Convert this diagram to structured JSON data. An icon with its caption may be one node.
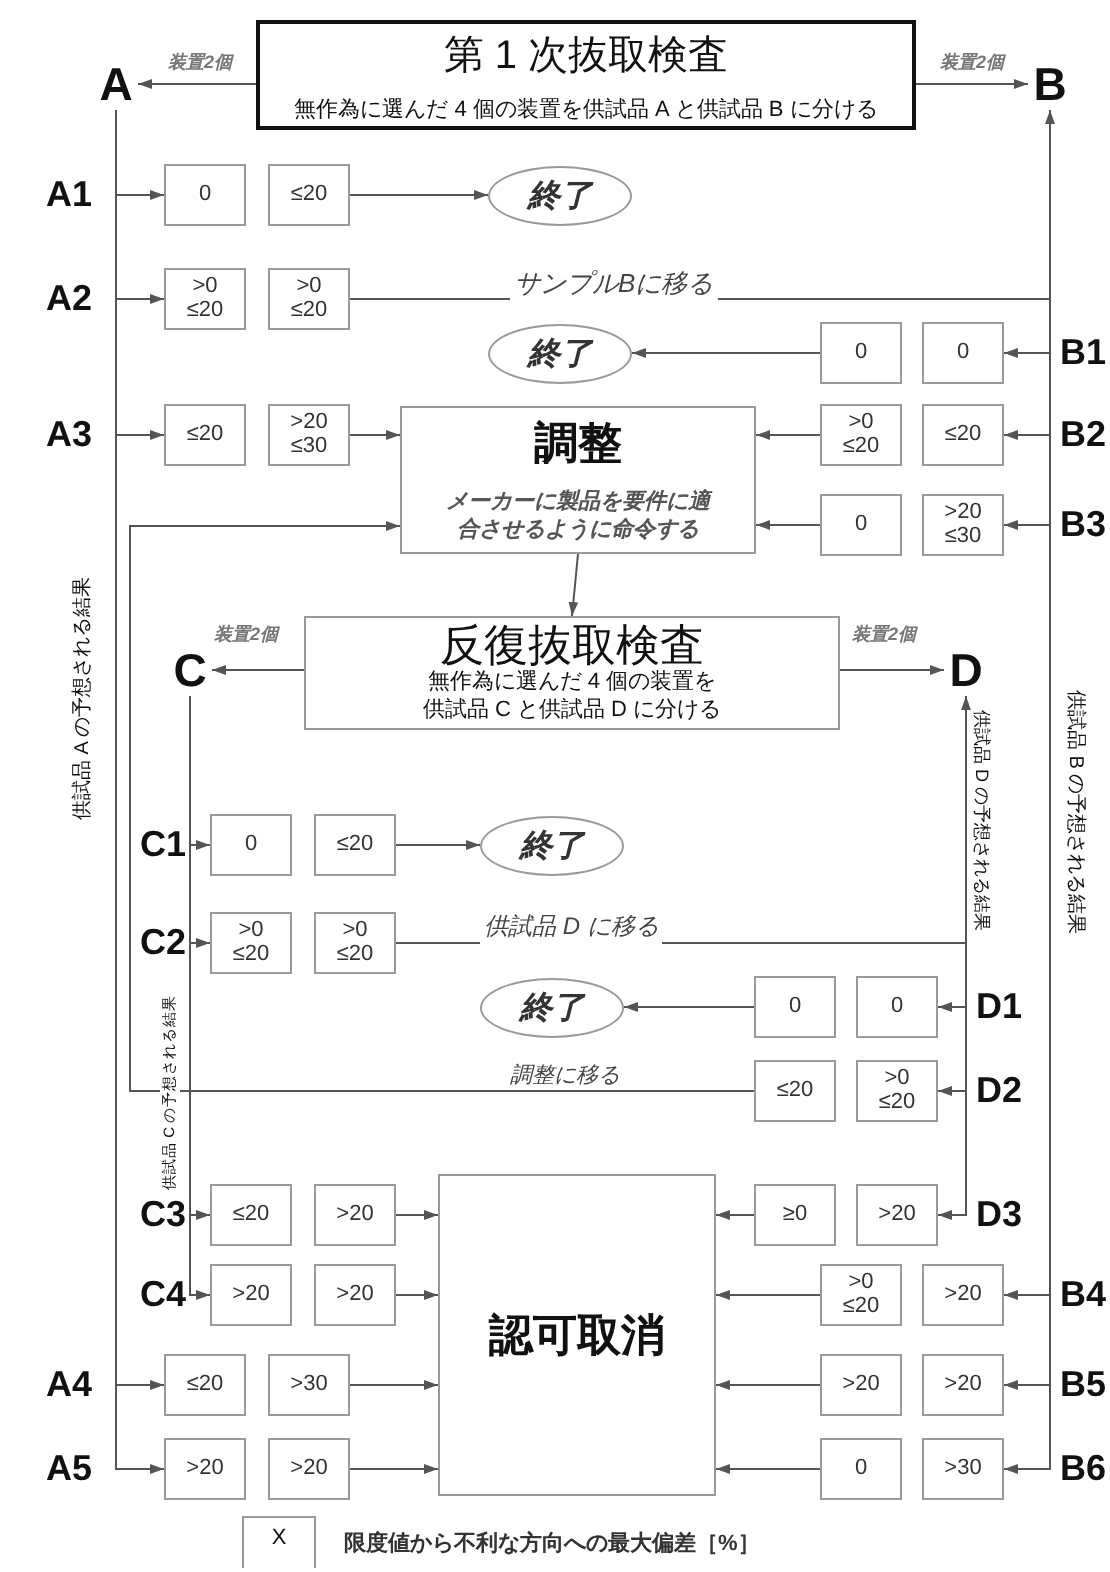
{
  "diagram": {
    "nodes": [
      {
        "text": [
          "第 1 次抜取検査",
          "無作為に選んだ 4 個の装置を供試品 A と供試品 B に分ける"
        ]
      },
      {
        "text": [
          "A"
        ]
      },
      {
        "text": [
          "B"
        ]
      },
      {
        "text": [
          "0"
        ]
      },
      {
        "text": [
          "≤20"
        ]
      },
      {
        "text": [
          "終了"
        ]
      },
      {
        "text": [
          ">0 ≤20"
        ]
      },
      {
        "text": [
          ">0 ≤20"
        ]
      },
      {
        "text": [
          "終了"
        ]
      },
      {
        "text": [
          "0"
        ]
      },
      {
        "text": [
          "0"
        ]
      },
      {
        "text": [
          "≤20"
        ]
      },
      {
        "text": [
          ">20 ≤30"
        ]
      },
      {
        "text": [
          "調整",
          "メーカーに製品を要件に適合させるように命令する"
        ]
      },
      {
        "text": [
          ">0 ≤20"
        ]
      },
      {
        "text": [
          "≤20"
        ]
      },
      {
        "text": [
          "0"
        ]
      },
      {
        "text": [
          ">20 ≤30"
        ]
      },
      {
        "text": [
          "反復抜取検査",
          "無作為に選んだ 4 個の装置を供試品 C と供試品 D に分ける"
        ]
      },
      {
        "text": [
          "C"
        ]
      },
      {
        "text": [
          "D"
        ]
      },
      {
        "text": [
          "0"
        ]
      },
      {
        "text": [
          "≤20"
        ]
      },
      {
        "text": [
          "終了"
        ]
      },
      {
        "text": [
          ">0 ≤20"
        ]
      },
      {
        "text": [
          ">0 ≤20"
        ]
      },
      {
        "text": [
          "終了"
        ]
      },
      {
        "text": [
          "0"
        ]
      },
      {
        "text": [
          "0"
        ]
      },
      {
        "text": [
          "≤20"
        ]
      },
      {
        "text": [
          ">0 ≤20"
        ]
      },
      {
        "text": [
          "≤20"
        ]
      },
      {
        "text": [
          ">20"
        ]
      },
      {
        "text": [
          "認可取消"
        ]
      },
      {
        "text": [
          "≥0"
        ]
      },
      {
        "text": [
          ">20"
        ]
      },
      {
        "text": [
          ">20"
        ]
      },
      {
        "text": [
          ">20"
        ]
      },
      {
        "text": [
          ">0 ≤20"
        ]
      },
      {
        "text": [
          ">20"
        ]
      },
      {
        "text": [
          "≤20"
        ]
      },
      {
        "text": [
          ">30"
        ]
      },
      {
        "text": [
          ">20"
        ]
      },
      {
        "text": [
          ">20"
        ]
      },
      {
        "text": [
          ">20"
        ]
      },
      {
        "text": [
          ">20"
        ]
      },
      {
        "text": [
          "0"
        ]
      },
      {
        "text": [
          ">30"
        ]
      }
    ],
    "edges": [
      {
        "from": 0,
        "to": 1,
        "arrow": "to",
        "label": "装置2個"
      },
      {
        "from": 0,
        "to": 2,
        "arrow": "to",
        "label": "装置2個"
      },
      {
        "from": 1,
        "to": 3,
        "arrow": "to"
      },
      {
        "from": 4,
        "to": 5,
        "arrow": "to"
      },
      {
        "from": 1,
        "to": 6,
        "arrow": "to"
      },
      {
        "from": 7,
        "to": 2,
        "arrow": "to",
        "label": "サンプルBに移る"
      },
      {
        "from": 2,
        "to": 10,
        "arrow": "to"
      },
      {
        "from": 9,
        "to": 8,
        "arrow": "to"
      },
      {
        "from": 1,
        "to": 11,
        "arrow": "to"
      },
      {
        "from": 12,
        "to": 13,
        "arrow": "to"
      },
      {
        "from": 2,
        "to": 15,
        "arrow": "to"
      },
      {
        "from": 14,
        "to": 13,
        "arrow": "to"
      },
      {
        "from": 2,
        "to": 17,
        "arrow": "to"
      },
      {
        "from": 16,
        "to": 13,
        "arrow": "to"
      },
      {
        "from": 13,
        "to": 18,
        "arrow": "to"
      },
      {
        "from": 18,
        "to": 19,
        "arrow": "to",
        "label": "装置2個"
      },
      {
        "from": 18,
        "to": 20,
        "arrow": "to",
        "label": "装置2個"
      },
      {
        "from": 19,
        "to": 21,
        "arrow": "to"
      },
      {
        "from": 22,
        "to": 23,
        "arrow": "to"
      },
      {
        "from": 19,
        "to": 24,
        "arrow": "to"
      },
      {
        "from": 25,
        "to": 20,
        "arrow": "to",
        "label": "供試品 D に移る"
      },
      {
        "from": 20,
        "to": 28,
        "arrow": "to"
      },
      {
        "from": 27,
        "to": 26,
        "arrow": "to"
      },
      {
        "from": 20,
        "to": 30,
        "arrow": "to"
      },
      {
        "from": 29,
        "to": 13,
        "arrow": "to",
        "label": "調整に移る"
      },
      {
        "from": 19,
        "to": 31,
        "arrow": "to"
      },
      {
        "from": 32,
        "to": 33,
        "arrow": "to"
      },
      {
        "from": 20,
        "to": 35,
        "arrow": "to"
      },
      {
        "from": 34,
        "to": 33,
        "arrow": "to"
      },
      {
        "from": 19,
        "to": 36,
        "arrow": "to"
      },
      {
        "from": 37,
        "to": 33,
        "arrow": "to"
      },
      {
        "from": 2,
        "to": 39,
        "arrow": "to"
      },
      {
        "from": 38,
        "to": 33,
        "arrow": "to"
      },
      {
        "from": 1,
        "to": 40,
        "arrow": "to"
      },
      {
        "from": 41,
        "to": 33,
        "arrow": "to"
      },
      {
        "from": 2,
        "to": 43,
        "arrow": "to"
      },
      {
        "from": 42,
        "to": 33,
        "arrow": "to"
      },
      {
        "from": 1,
        "to": 44,
        "arrow": "to"
      },
      {
        "from": 45,
        "to": 33,
        "arrow": "to"
      },
      {
        "from": 2,
        "to": 47,
        "arrow": "to"
      },
      {
        "from": 46,
        "to": 33,
        "arrow": "to"
      }
    ],
    "labels": [
      "A1",
      "A2",
      "B1",
      "A3",
      "B2",
      "B3",
      "供試品 A の予想される結果",
      "供試品 D の予想される結果",
      "供試品 B の予想される結果",
      "C1",
      "C2",
      "D1",
      "D2",
      "供試品 C の予想される結果",
      "C3",
      "D3",
      "C4",
      "B4",
      "A4",
      "B5",
      "A5",
      "B6",
      "X"
    ],
    "legend": [
      {
        "text": "限度値から不利な方向への最大偏差［%］"
      }
    ]
  }
}
